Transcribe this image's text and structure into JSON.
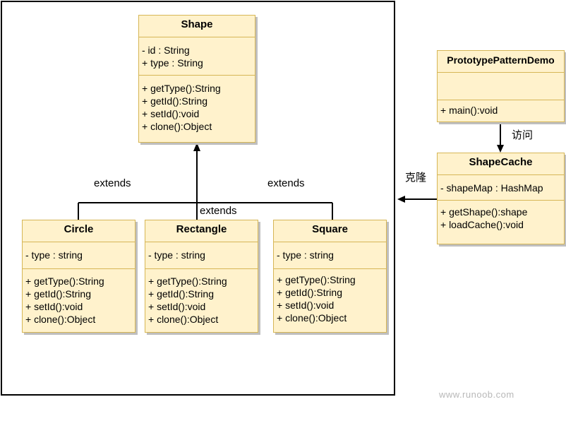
{
  "shape": {
    "name": "Shape",
    "attributes": [
      "-  id : String",
      "+ type : String"
    ],
    "methods": [
      "+ getType():String",
      "+ getId():String",
      "+ setId():void",
      "+ clone():Object"
    ]
  },
  "circle": {
    "name": "Circle",
    "attributes": [
      "- type : string"
    ],
    "methods": [
      "+ getType():String",
      "+ getId():String",
      "+ setId():void",
      "+ clone():Object"
    ]
  },
  "rectangle": {
    "name": "Rectangle",
    "attributes": [
      "- type : string"
    ],
    "methods": [
      "+ getType():String",
      "+ getId():String",
      "+ setId():void",
      "+ clone():Object"
    ]
  },
  "square": {
    "name": "Square",
    "attributes": [
      "- type : string"
    ],
    "methods": [
      "+ getType():String",
      "+ getId():String",
      "+ setId():void",
      "+ clone():Object"
    ]
  },
  "demo": {
    "name": "PrototypePatternDemo",
    "methods": [
      "+ main():void"
    ]
  },
  "cache": {
    "name": "ShapeCache",
    "attributes": [
      "- shapeMap : HashMap"
    ],
    "methods": [
      "+ getShape():shape",
      "+ loadCache():void"
    ]
  },
  "labels": {
    "extends_left": "extends",
    "extends_mid": "extends",
    "extends_right": "extends",
    "access": "访问",
    "clone": "克隆"
  },
  "watermark": "www.runoob.com",
  "colors": {
    "fill": "#fff2cc",
    "border": "#d6b656",
    "line": "#000000"
  }
}
